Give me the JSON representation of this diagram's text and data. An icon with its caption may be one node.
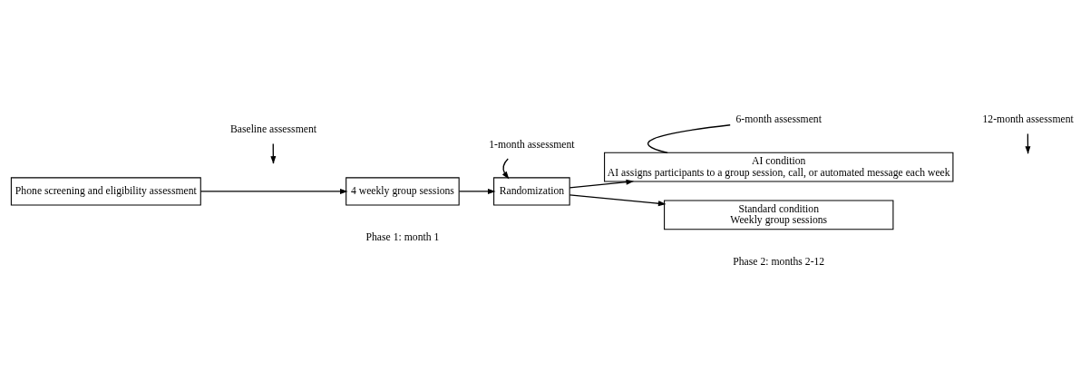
{
  "diagram": {
    "nodes": [
      {
        "text": [
          "Baseline assessment"
        ]
      },
      {
        "text": [
          "1-month assessment"
        ]
      },
      {
        "text": [
          "6-month assessment"
        ]
      },
      {
        "text": [
          "12-month assessment"
        ]
      },
      {
        "text": [
          "Phone screening and eligibility assessment"
        ]
      },
      {
        "text": [
          "4 weekly group sessions"
        ]
      },
      {
        "text": [
          "Randomization"
        ]
      },
      {
        "text": [
          "AI condition",
          "AI assigns participants to a group session, call, or automated message each week"
        ]
      },
      {
        "text": [
          "Standard condition",
          "Weekly group sessions"
        ]
      }
    ],
    "edges": [
      {
        "from": 0,
        "to": null,
        "arrow": "to"
      },
      {
        "from": 1,
        "to": 6,
        "arrow": "to"
      },
      {
        "from": 2,
        "to": 7,
        "arrow": "none"
      },
      {
        "from": 3,
        "to": null,
        "arrow": "to"
      },
      {
        "from": 4,
        "to": 5,
        "arrow": "to"
      },
      {
        "from": 5,
        "to": 6,
        "arrow": "to"
      },
      {
        "from": 6,
        "to": 7,
        "arrow": "to"
      },
      {
        "from": 6,
        "to": 8,
        "arrow": "to"
      }
    ],
    "labels": [
      "Phase 1: month 1",
      "Phase 2: months 2-12"
    ]
  }
}
